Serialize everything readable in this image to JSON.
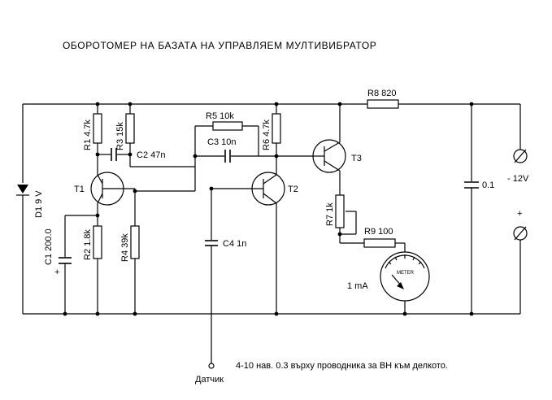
{
  "title": "ОБОРОТОМЕР НА БАЗАТА НА УПРАВЛЯЕМ МУЛТИВИБРАТОР",
  "labels": {
    "R1": "R1 4.7k",
    "R3": "R3 15k",
    "C2": "C2 47n",
    "R5": "R5 10k",
    "C3": "C3 10n",
    "R6": "R6 4.7k",
    "R8": "R8 820",
    "T1": "T1",
    "T2": "T2",
    "T3": "T3",
    "D1": "D1 9 V",
    "C1": "C1 200.0",
    "C1_plus": "+",
    "R2": "R2 1.8k",
    "R4": "R4 39k",
    "C4": "C4 1n",
    "R7": "R7 1k",
    "R9": "R9 100",
    "meter_current": "1 mA",
    "meter_face": "METER",
    "C_supply": "0.1",
    "supply_minus": "- 12V",
    "supply_plus": "+",
    "sensor": "Датчик"
  },
  "note": "4-10 нав. 0.3 върху проводника за ВН към делкото."
}
